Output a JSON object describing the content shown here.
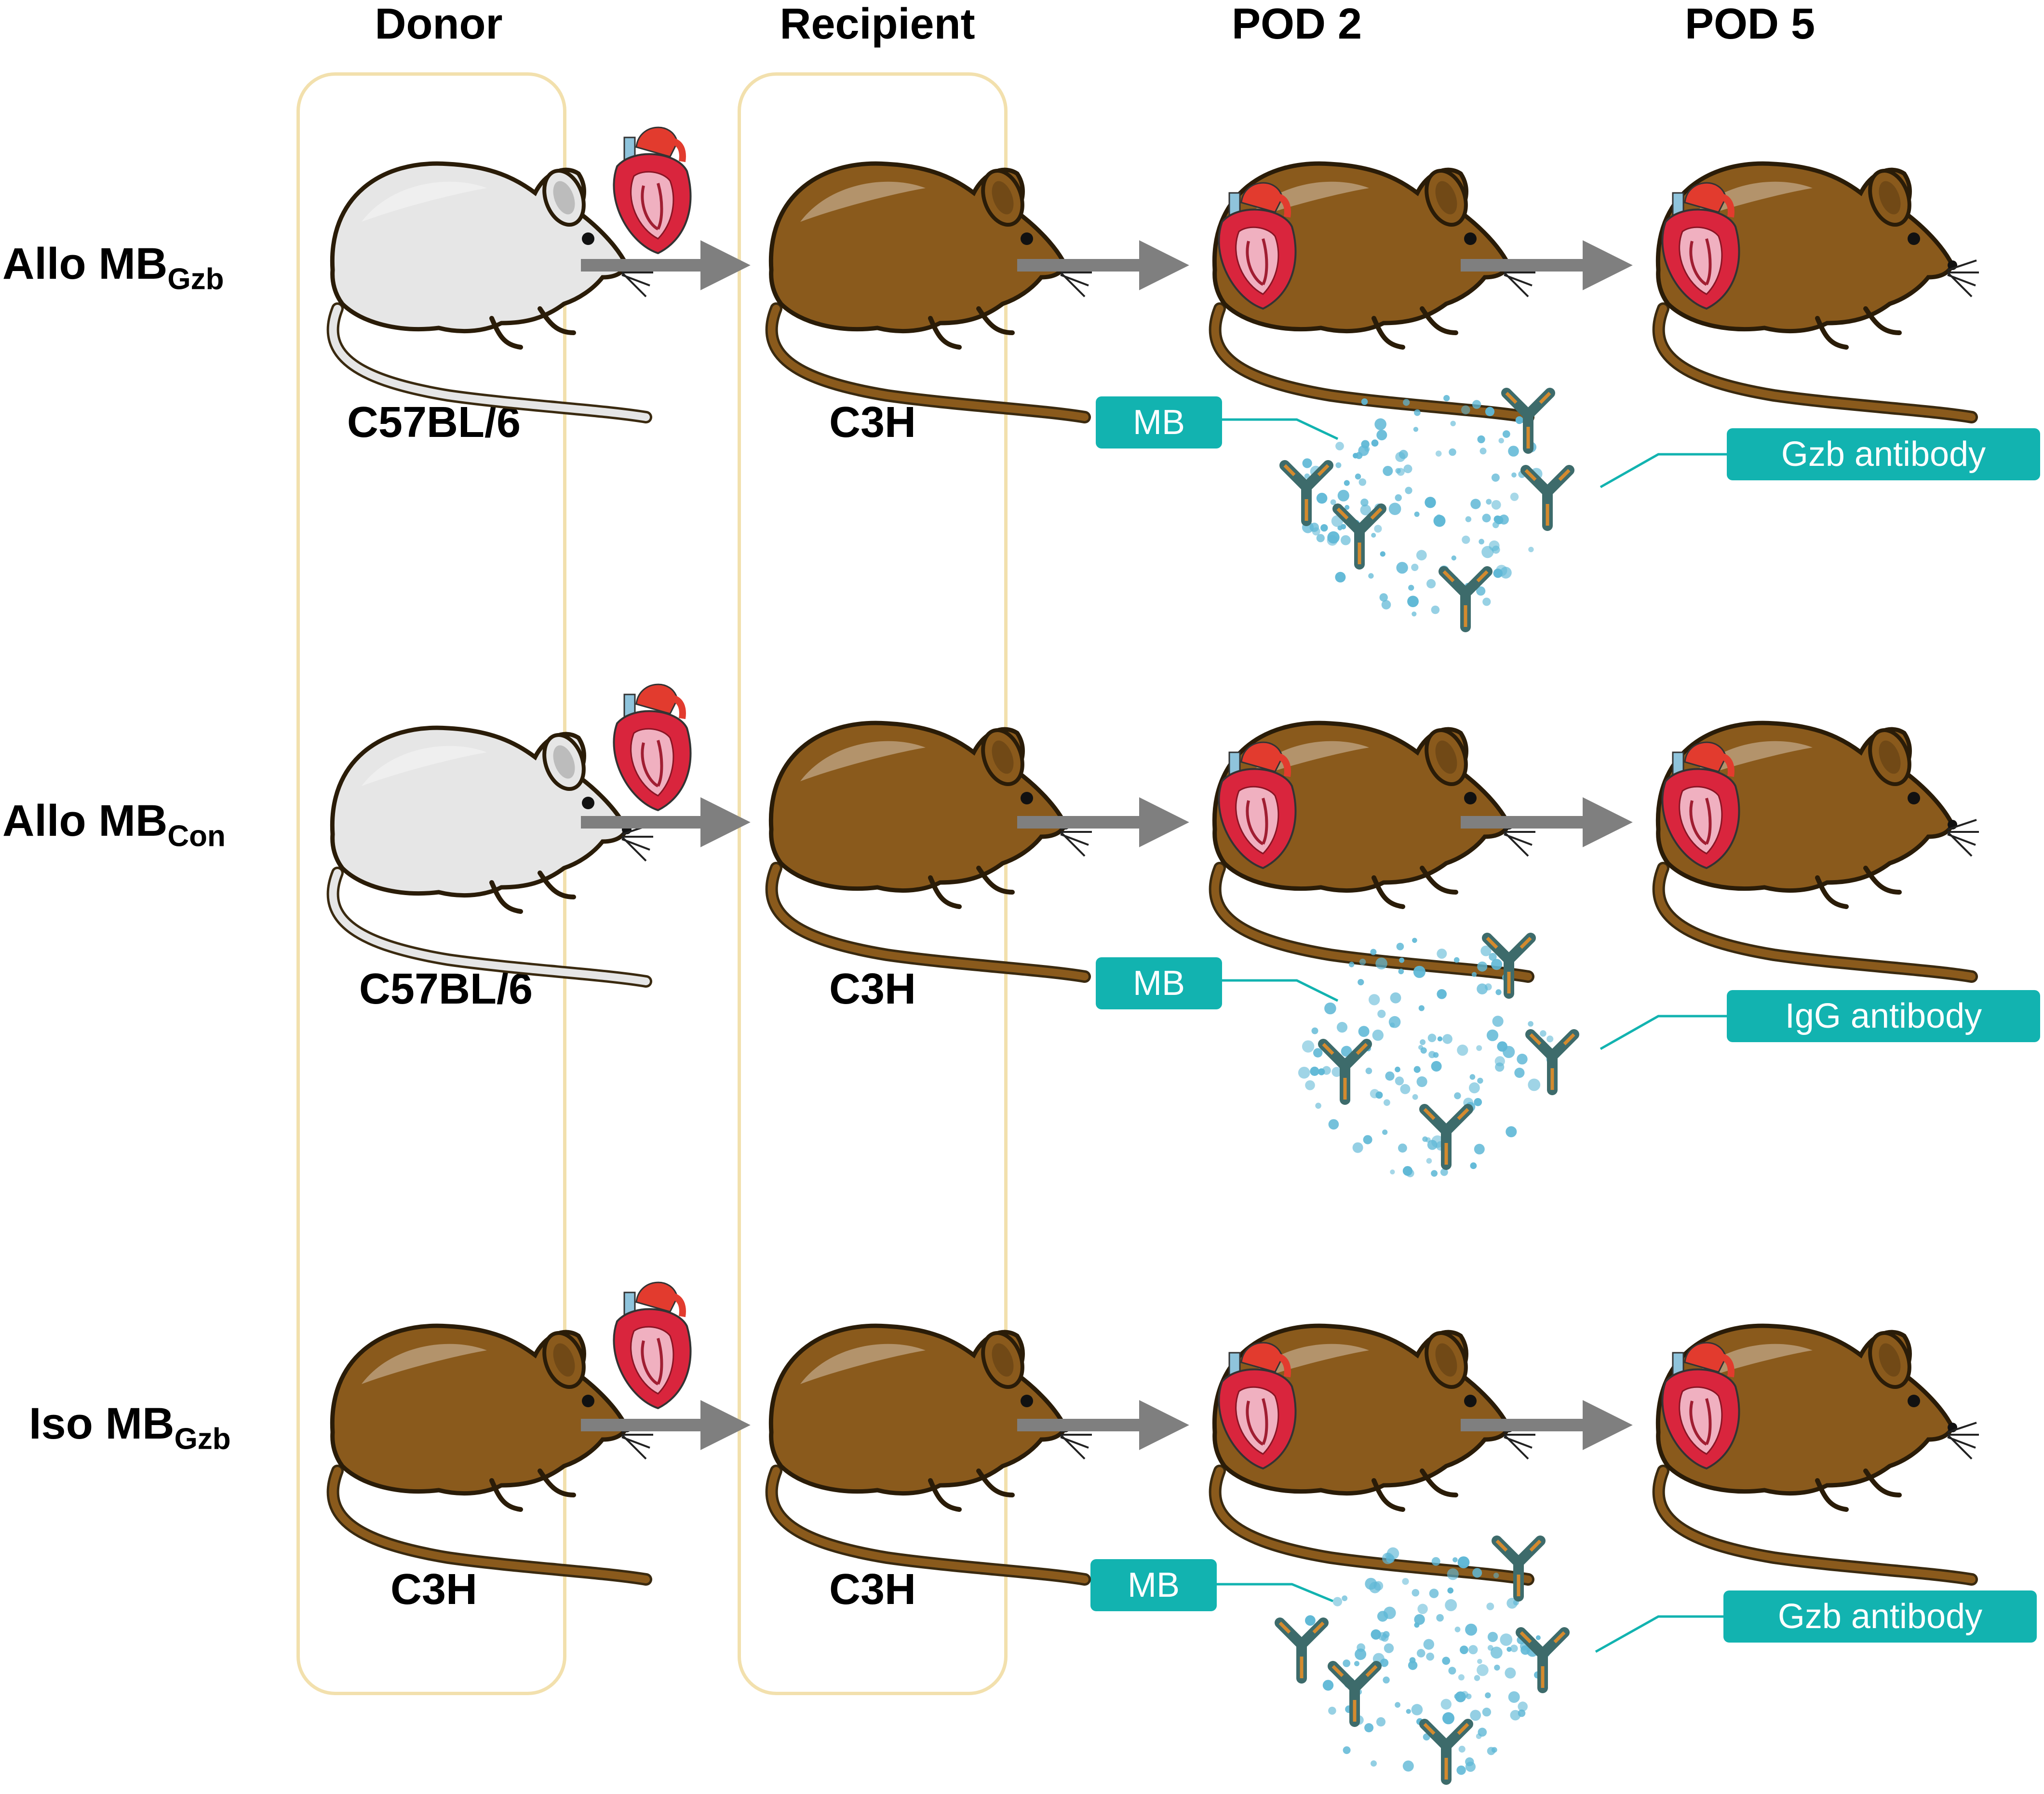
{
  "columns": {
    "donor": "Donor",
    "recipient": "Recipient",
    "pod2": "POD 2",
    "pod5": "POD 5"
  },
  "rows": [
    {
      "label_main": "Allo MB",
      "label_sub": "Gzb",
      "donor_strain": "C57BL/6",
      "recipient_strain": "C3H",
      "mb_tag": "MB",
      "antibody_tag": "Gzb antibody"
    },
    {
      "label_main": "Allo MB",
      "label_sub": "Con",
      "donor_strain": "C57BL/6",
      "recipient_strain": "C3H",
      "mb_tag": "MB",
      "antibody_tag": "IgG  antibody"
    },
    {
      "label_main": "Iso MB",
      "label_sub": "Gzb",
      "donor_strain": "C3H",
      "recipient_strain": "C3H",
      "mb_tag": "MB",
      "antibody_tag": "Gzb antibody"
    }
  ],
  "colors": {
    "frame": "#f2e0ad",
    "arrow": "#7f7f7f",
    "tag": "#12b3b0",
    "brown_mouse": "#8a5a1c",
    "white_mouse": "#e6e6e6",
    "microbubble": "#5fb8d6",
    "antibody": "#3d6b6b"
  }
}
